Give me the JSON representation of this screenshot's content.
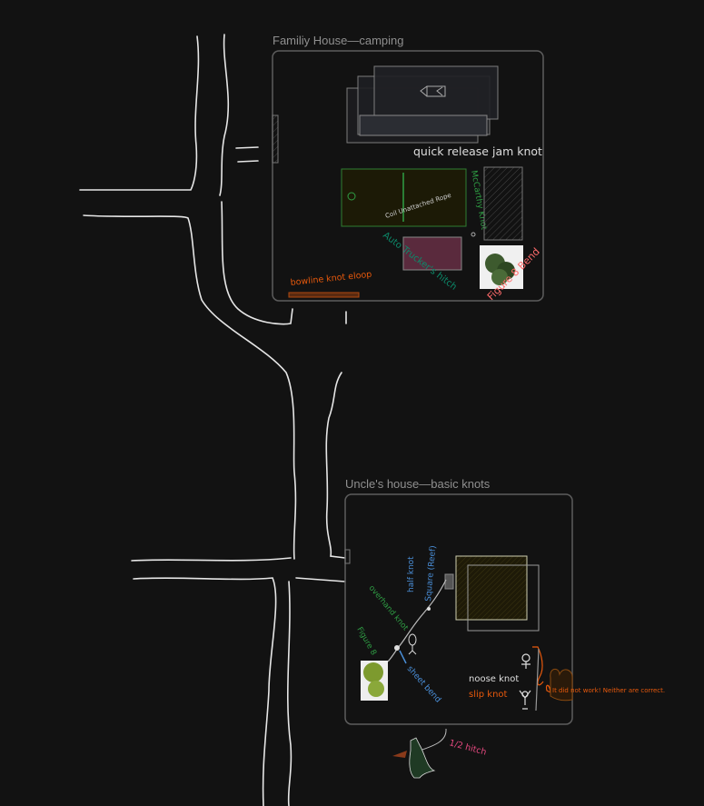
{
  "frames": [
    {
      "title": "Familiy House—camping"
    },
    {
      "title": "Uncle's house—basic knots"
    }
  ],
  "labels": {
    "quick_release": "quick release jam knot",
    "coil": "Coil Unattached Rope",
    "mccarthy": "McCarthy Knot",
    "auto_trucker": "Auto Trucker's hitch",
    "figure8_bend": "Figure 8 Bend",
    "bowline": "bowline knot eloop",
    "half_knot": "half knot",
    "square": "Square (Reef)",
    "overhand": "overhand knot",
    "figure8": "Figure 8",
    "sheet_bend": "sheet bend",
    "noose": "noose knot",
    "slip": "slip knot",
    "comment": "It did not work! Neither are correct.",
    "half_hitch": "1/2 hitch"
  },
  "colors": {
    "background": "#121212",
    "frame": "#5c5c5c",
    "white": "#dedede",
    "green": "#2f9e44",
    "teal": "#0c8a6a",
    "red": "#ff6b6b",
    "orange": "#e8590c",
    "blue": "#4a8fd9",
    "pink": "#e64980"
  }
}
